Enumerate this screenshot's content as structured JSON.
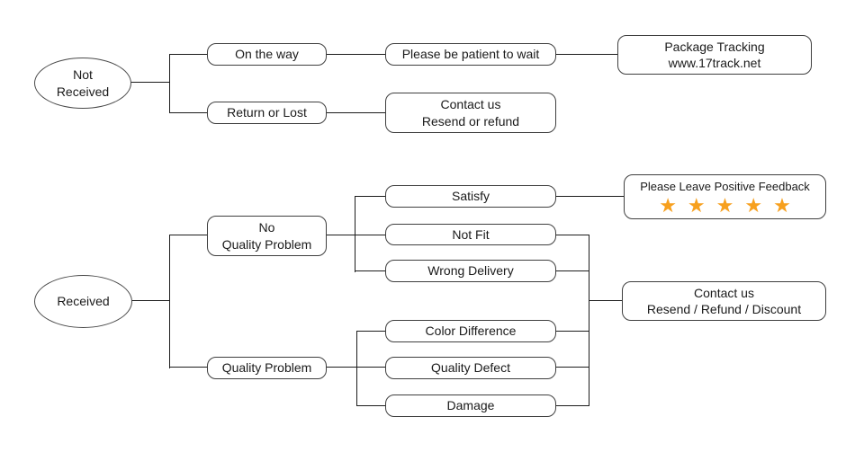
{
  "diagram": {
    "background_color": "#ffffff",
    "line_color": "#1c1c1c",
    "box_border_color": "#3f3f3f",
    "star_color": "#F7A01E",
    "nodes": {
      "not_received": {
        "line1": "Not",
        "line2": "Received"
      },
      "received": {
        "label": "Received"
      },
      "on_the_way": {
        "label": "On the way"
      },
      "return_or_lost": {
        "label": "Return or Lost"
      },
      "please_be_patient": {
        "label": "Please be patient to wait"
      },
      "package_tracking": {
        "line1": "Package Tracking",
        "line2": "www.17track.net"
      },
      "contact_resend_refund": {
        "line1": "Contact us",
        "line2": "Resend or refund"
      },
      "no_quality_problem": {
        "line1": "No",
        "line2": "Quality Problem"
      },
      "quality_problem": {
        "label": "Quality Problem"
      },
      "satisfy": {
        "label": "Satisfy"
      },
      "not_fit": {
        "label": "Not Fit"
      },
      "wrong_delivery": {
        "label": "Wrong Delivery"
      },
      "color_difference": {
        "label": "Color Difference"
      },
      "quality_defect": {
        "label": "Quality Defect"
      },
      "damage": {
        "label": "Damage"
      },
      "positive_feedback": {
        "title": "Please Leave Positive Feedback",
        "stars": "★★★★★",
        "star_count": 5
      },
      "contact_resend_refund_discount": {
        "line1": "Contact us",
        "line2": "Resend / Refund / Discount"
      }
    }
  }
}
